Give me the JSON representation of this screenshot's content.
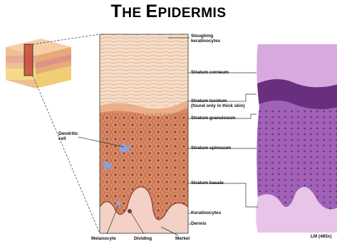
{
  "title": {
    "first_letter": "T",
    "rest_1": "HE ",
    "second_letter": "E",
    "rest_2": "PIDERMIS"
  },
  "labels": {
    "sloughing": [
      "Sloughing",
      "keratinocytes"
    ],
    "stratum_corneum": "Stratum corneum",
    "stratum_lucidum": [
      "Stratum lucidum",
      "(found only in thick skin)"
    ],
    "stratum_granulosum": "Stratum granulosum",
    "stratum_spinosum": "Stratum spinosum",
    "stratum_basale": "Stratum basale",
    "keratinocytes": "Keratinocytes",
    "dermis": "Dermis",
    "dendritic_cell": [
      "Dendritic",
      "cell"
    ],
    "melanocyte": "Melanocyte",
    "dividing": "Dividing",
    "merkel": "Merkel",
    "magnification": "LM (485x)"
  },
  "colors": {
    "corneum": "#f4d9c2",
    "granulosum": "#d6875a",
    "spinosum": "#d98a66",
    "dermis": "#f3d1c6",
    "micrograph": "#8a4a9e",
    "leader_line": "#333333"
  }
}
